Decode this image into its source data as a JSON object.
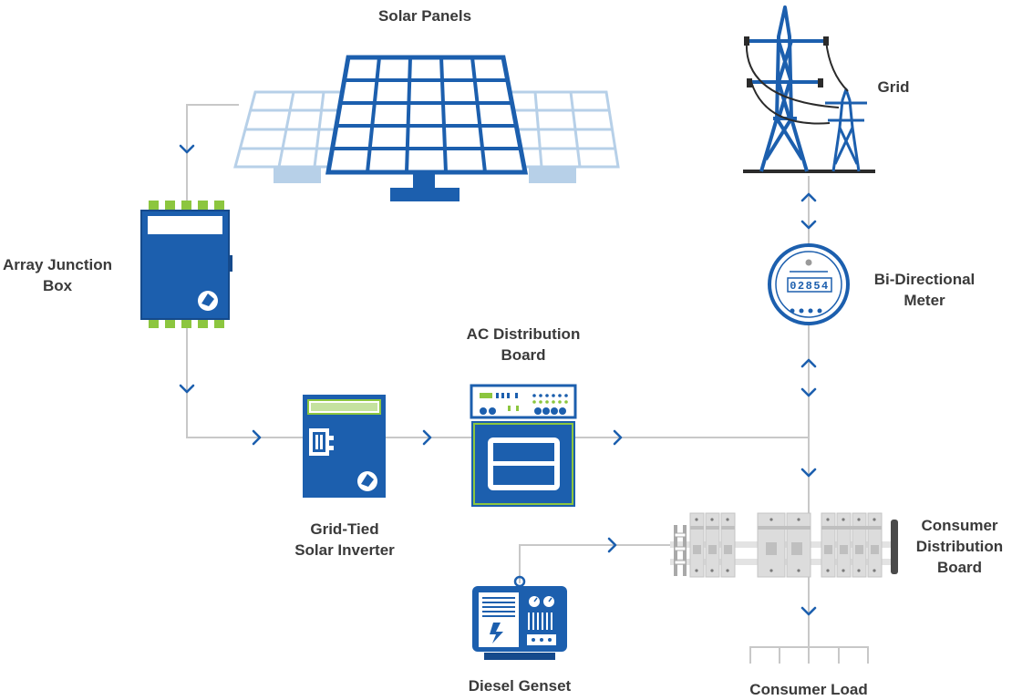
{
  "labels": {
    "solar_panels": "Solar Panels",
    "grid": "Grid",
    "array_junction_box": [
      "Array Junction",
      "Box"
    ],
    "bi_directional_meter": [
      "Bi-Directional",
      "Meter"
    ],
    "ac_distribution_board": [
      "AC Distribution",
      "Board"
    ],
    "grid_tied_inverter": [
      "Grid-Tied",
      "Solar Inverter"
    ],
    "consumer_distribution_board": [
      "Consumer",
      "Distribution",
      "Board"
    ],
    "diesel_genset": "Diesel Genset",
    "consumer_load": "Consumer Load"
  },
  "meter": {
    "digits": "02854"
  },
  "colors": {
    "primary_blue": "#1c5fae",
    "dark_blue": "#154a8c",
    "light_blue": "#b7d0e8",
    "accent_green": "#8cc63f",
    "line_gray": "#c8c8c8",
    "text": "#3a3a3a"
  }
}
